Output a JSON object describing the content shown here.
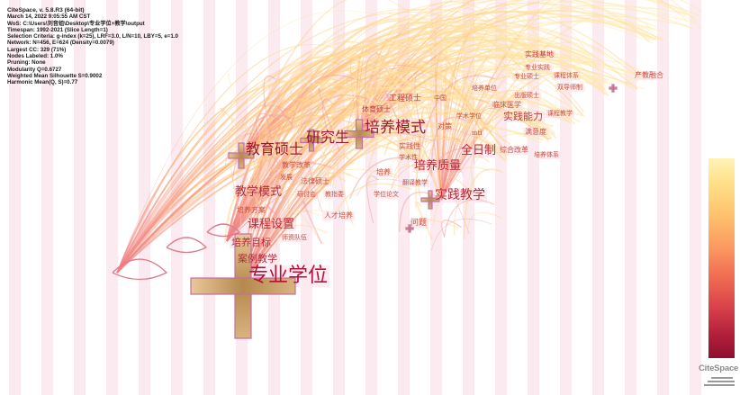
{
  "header": {
    "lines": [
      "CiteSpace, v. 5.8.R3 (64-bit)",
      "March 14, 2022 9:05:55 AM CST",
      "WoS: C:\\Users\\刘音姐\\Desktop\\专业学位+教学\\output",
      "Timespan: 1992-2021 (Slice Length=1)",
      "Selection Criteria: g-index (k=25), LRF=3.0, L/N=10, LBY=5, e=1.0",
      "Network: N=456, E=624 (Density=0.0079)",
      "Largest CC: 329 (71%)",
      "Nodes Labeled: 1.0%",
      "Pruning: None",
      "Modularity Q=0.6727",
      "Weighted Mean Silhouette S=0.9002",
      "Harmonic Mean(Q, S)=0.77"
    ]
  },
  "keywords": [
    {
      "id": "kw-zhuanye-xuewei",
      "text": "专业学位",
      "size": 22,
      "color": "#b3103a"
    },
    {
      "id": "kw-jiaoyu-shuoshi",
      "text": "教育硕士",
      "size": 16,
      "color": "#9c1a2c"
    },
    {
      "id": "kw-yanjiusheng",
      "text": "研究生",
      "size": 16,
      "color": "#9c1a2c"
    },
    {
      "id": "kw-peiyang-moshi",
      "text": "培养模式",
      "size": 17,
      "color": "#a01a30"
    },
    {
      "id": "kw-shijian-jiaoxue",
      "text": "实践教学",
      "size": 14,
      "color": "#b52a3a"
    },
    {
      "id": "kw-peiyang-zhiliang",
      "text": "培养质量",
      "size": 13,
      "color": "#b52a3a"
    },
    {
      "id": "kw-quanrizhi",
      "text": "全日制",
      "size": 13,
      "color": "#b52a3a"
    },
    {
      "id": "kw-jiaoxue-moshi",
      "text": "教学模式",
      "size": 13,
      "color": "#b52a3a"
    },
    {
      "id": "kw-kecheng-shezhi",
      "text": "课程设置",
      "size": 13,
      "color": "#b52a3a"
    },
    {
      "id": "kw-peiyang-mubiao",
      "text": "培养目标",
      "size": 11,
      "color": "#b52a3a"
    },
    {
      "id": "kw-anli-jiaoxue",
      "text": "案例教学",
      "size": 11,
      "color": "#b52a3a"
    },
    {
      "id": "kw-shijian-nengli",
      "text": "实践能力",
      "size": 11,
      "color": "#c03a40"
    },
    {
      "id": "kw-gongcheng-shuoshi",
      "text": "工程硕士",
      "size": 9,
      "color": "#c03a40"
    },
    {
      "id": "kw-tiyu-shuoshi",
      "text": "体育硕士",
      "size": 8,
      "color": "#c03a40"
    },
    {
      "id": "kw-shijian-jidi",
      "text": "实践基地",
      "size": 8,
      "color": "#c03a40"
    },
    {
      "id": "kw-zhuanye-shijian",
      "text": "专业实践",
      "size": 7,
      "color": "#c8503c"
    },
    {
      "id": "kw-zhuanye-shuoshi",
      "text": "专业硕士",
      "size": 7,
      "color": "#c8503c"
    },
    {
      "id": "kw-kecheng-tixi-1",
      "text": "课程体系",
      "size": 7,
      "color": "#c8503c"
    },
    {
      "id": "kw-chanjiao-ronghe",
      "text": "产教融合",
      "size": 8,
      "color": "#c8503c"
    },
    {
      "id": "kw-shuangdaoshi-zhi",
      "text": "双导师制",
      "size": 7,
      "color": "#c8503c"
    },
    {
      "id": "kw-peiyang-danwei",
      "text": "培养单位",
      "size": 7,
      "color": "#c8503c"
    },
    {
      "id": "kw-zhongguo",
      "text": "中国",
      "size": 7,
      "color": "#c8503c"
    },
    {
      "id": "kw-chuban-shuoshi",
      "text": "出版硕士",
      "size": 7,
      "color": "#c8503c"
    },
    {
      "id": "kw-linchuang-yixue",
      "text": "临床医学",
      "size": 8,
      "color": "#c8503c"
    },
    {
      "id": "kw-xueshu-xuewei",
      "text": "学术学位",
      "size": 7,
      "color": "#c8503c"
    },
    {
      "id": "kw-kecheng-jiaoxue",
      "text": "课程教学",
      "size": 7,
      "color": "#c8503c"
    },
    {
      "id": "kw-duice",
      "text": "对策",
      "size": 8,
      "color": "#c8503c"
    },
    {
      "id": "kw-mti",
      "text": "mti",
      "size": 7,
      "color": "#c8503c"
    },
    {
      "id": "kw-manyidu",
      "text": "满意度",
      "size": 8,
      "color": "#c8503c"
    },
    {
      "id": "kw-shijianxing",
      "text": "实践性",
      "size": 8,
      "color": "#c8503c"
    },
    {
      "id": "kw-xueshuxing",
      "text": "学术性",
      "size": 7,
      "color": "#c8503c"
    },
    {
      "id": "kw-zonghe-gaige",
      "text": "综合改革",
      "size": 8,
      "color": "#c8503c"
    },
    {
      "id": "kw-peiyang-tixi",
      "text": "培养体系",
      "size": 7,
      "color": "#c8503c"
    },
    {
      "id": "kw-jiaoxue-gaige",
      "text": "教学改革",
      "size": 8,
      "color": "#c8503c"
    },
    {
      "id": "kw-peiyang",
      "text": "培养",
      "size": 8,
      "color": "#c8503c"
    },
    {
      "id": "kw-fazhan",
      "text": "发展",
      "size": 7,
      "color": "#c8503c"
    },
    {
      "id": "kw-falv-shuoshi",
      "text": "法律硕士",
      "size": 8,
      "color": "#c8503c"
    },
    {
      "id": "kw-fanyi-jiaoxue",
      "text": "翻译教学",
      "size": 7,
      "color": "#c8503c"
    },
    {
      "id": "kw-yantaohui",
      "text": "研讨会",
      "size": 7,
      "color": "#c8503c"
    },
    {
      "id": "kw-jiaozhiwei",
      "text": "教指委",
      "size": 7,
      "color": "#c8503c"
    },
    {
      "id": "kw-xuewei-lunwen",
      "text": "学位论文",
      "size": 7,
      "color": "#c8503c"
    },
    {
      "id": "kw-peiyang-fangan",
      "text": "培养方案",
      "size": 8,
      "color": "#c8503c"
    },
    {
      "id": "kw-rencai-peiyang",
      "text": "人才培养",
      "size": 8,
      "color": "#c8503c"
    },
    {
      "id": "kw-wenti",
      "text": "问题",
      "size": 9,
      "color": "#c8503c"
    },
    {
      "id": "kw-shizi-duiwu",
      "text": "师资队伍",
      "size": 7,
      "color": "#c8503c"
    }
  ],
  "legend": {
    "name": "time-color-legend"
  },
  "logo": {
    "text": "CiteSpace"
  }
}
